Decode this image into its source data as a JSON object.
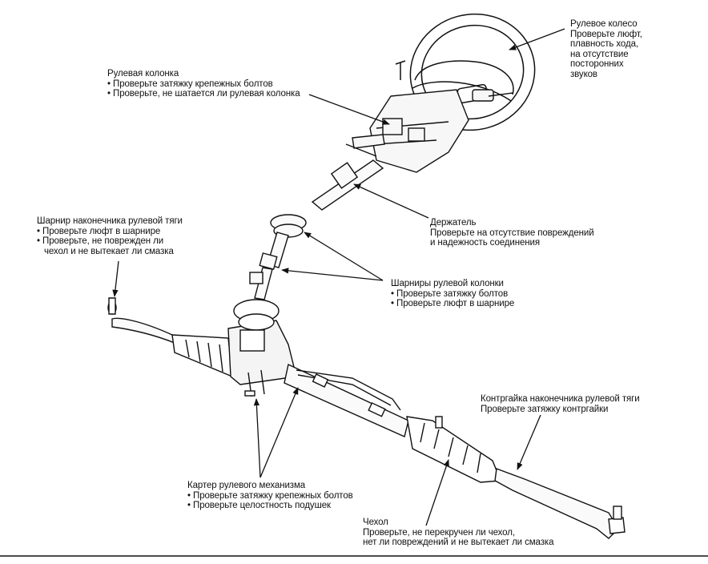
{
  "labels": {
    "steering_wheel": {
      "title": "Рулевое колесо",
      "lines": [
        "Проверьте люфт,",
        "плавность хода,",
        "на отсутствие",
        "посторонних",
        "звуков"
      ]
    },
    "steering_column": {
      "title": "Рулевая колонка",
      "lines": [
        "Проверьте затяжку крепежных болтов",
        "Проверьте, не шатается ли рулевая колонка"
      ]
    },
    "holder": {
      "title": "Держатель",
      "lines": [
        "Проверьте на отсутствие повреждений",
        "и надежность соединения"
      ]
    },
    "column_joints": {
      "title": "Шарниры рулевой колонки",
      "lines": [
        "Проверьте затяжку болтов",
        "Проверьте люфт в шарнире"
      ]
    },
    "tie_rod_joint": {
      "title": "Шарнир наконечника рулевой тяги",
      "lines": [
        "Проверьте люфт в шарнире",
        "Проверьте, не поврежден ли",
        "чехол и не вытекает ли смазка"
      ]
    },
    "locknut": {
      "title": "Контргайка наконечника рулевой тяги",
      "lines": [
        "Проверьте затяжку контргайки"
      ]
    },
    "gear_housing": {
      "title": "Картер рулевого механизма",
      "lines": [
        "Проверьте затяжку крепежных болтов",
        "Проверьте целостность подушек"
      ]
    },
    "boot": {
      "title": "Чехол",
      "lines": [
        "Проверьте, не перекручен ли чехол,",
        "нет ли повреждений и не вытекает ли смазка"
      ]
    }
  }
}
